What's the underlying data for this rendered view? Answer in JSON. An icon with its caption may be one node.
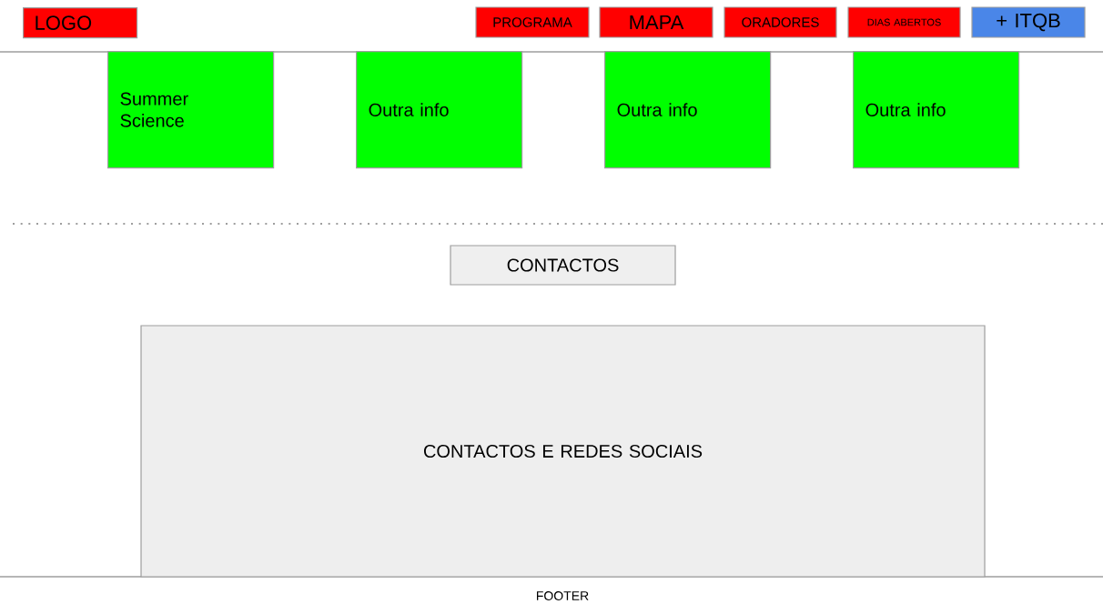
{
  "diagram": {
    "nodes": [
      {
        "text": [
          "LOGO"
        ]
      },
      {
        "text": [
          "PROGRAMA"
        ]
      },
      {
        "text": [
          "MAPA"
        ]
      },
      {
        "text": [
          "ORADORES"
        ]
      },
      {
        "text": [
          "DIAS ABERTOS"
        ]
      },
      {
        "text": [
          "+ ITQB"
        ]
      },
      {
        "text": [
          "Summer Science"
        ]
      },
      {
        "text": [
          "Outra info"
        ]
      },
      {
        "text": [
          "Outra info"
        ]
      },
      {
        "text": [
          "Outra info"
        ]
      },
      {
        "text": [
          "CONTACTOS"
        ]
      },
      {
        "text": [
          "CONTACTOS E REDES SOCIAIS"
        ]
      }
    ],
    "edges": [],
    "labels": [
      "FOOTER"
    ]
  }
}
